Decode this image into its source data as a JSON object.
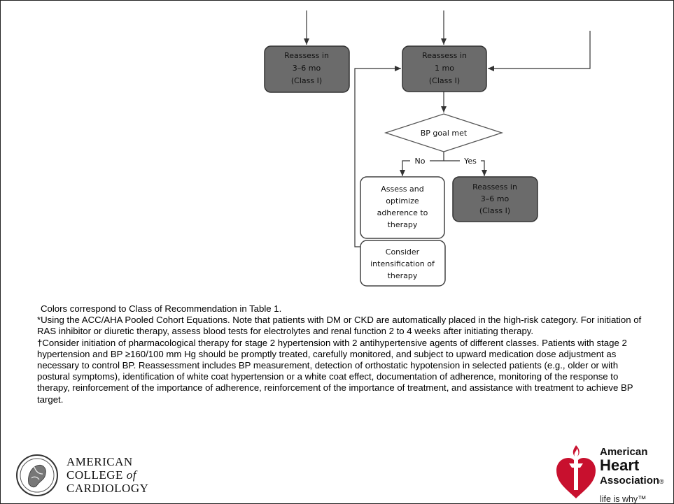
{
  "flowchart": {
    "box_left": [
      "Reassess in",
      "3–6 mo",
      "(Class I)"
    ],
    "box_center": [
      "Reassess in",
      "1 mo",
      "(Class I)"
    ],
    "decision": "BP goal met",
    "branch_no": "No",
    "branch_yes": "Yes",
    "box_adherence": [
      "Assess and",
      "optimize",
      "adherence to",
      "therapy"
    ],
    "box_yes": [
      "Reassess in",
      "3–6 mo",
      "(Class I)"
    ],
    "box_intensify": [
      "Consider",
      "intensification of",
      "therapy"
    ]
  },
  "notes": {
    "colors": "Colors correspond to Class of Recommendation in Table 1.",
    "asterisk": "*Using the ACC/AHA Pooled Cohort Equations. Note that patients with DM or CKD are automatically placed in the high-risk category.  For initiation of RAS inhibitor or diuretic therapy, assess blood tests for electrolytes and renal function 2 to 4 weeks after initiating therapy.",
    "dagger": "†Consider initiation of pharmacological therapy for stage 2 hypertension with 2 antihypertensive agents of different classes. Patients with stage 2 hypertension and BP ≥160/100 mm Hg should be promptly treated, carefully monitored, and subject to upward medication dose adjustment as necessary to control BP. Reassessment includes BP measurement, detection of orthostatic hypotension in selected patients (e.g., older or with postural symptoms), identification of white coat hypertension or a white coat effect, documentation of adherence, monitoring of the response to therapy, reinforcement of the importance of adherence, reinforcement of the importance of treatment, and assistance with treatment to achieve BP target."
  },
  "logos": {
    "acc": {
      "line1": "AMERICAN",
      "line2": "COLLEGE ",
      "line2_of": "of",
      "line3": "CARDIOLOGY"
    },
    "aha": {
      "line1": "American",
      "line2": "Heart",
      "line3": "Association",
      "reg": "®",
      "tagline": "life is why™"
    }
  },
  "colors": {
    "dark_box": "#6b6b6b",
    "red": "#c8102e"
  }
}
